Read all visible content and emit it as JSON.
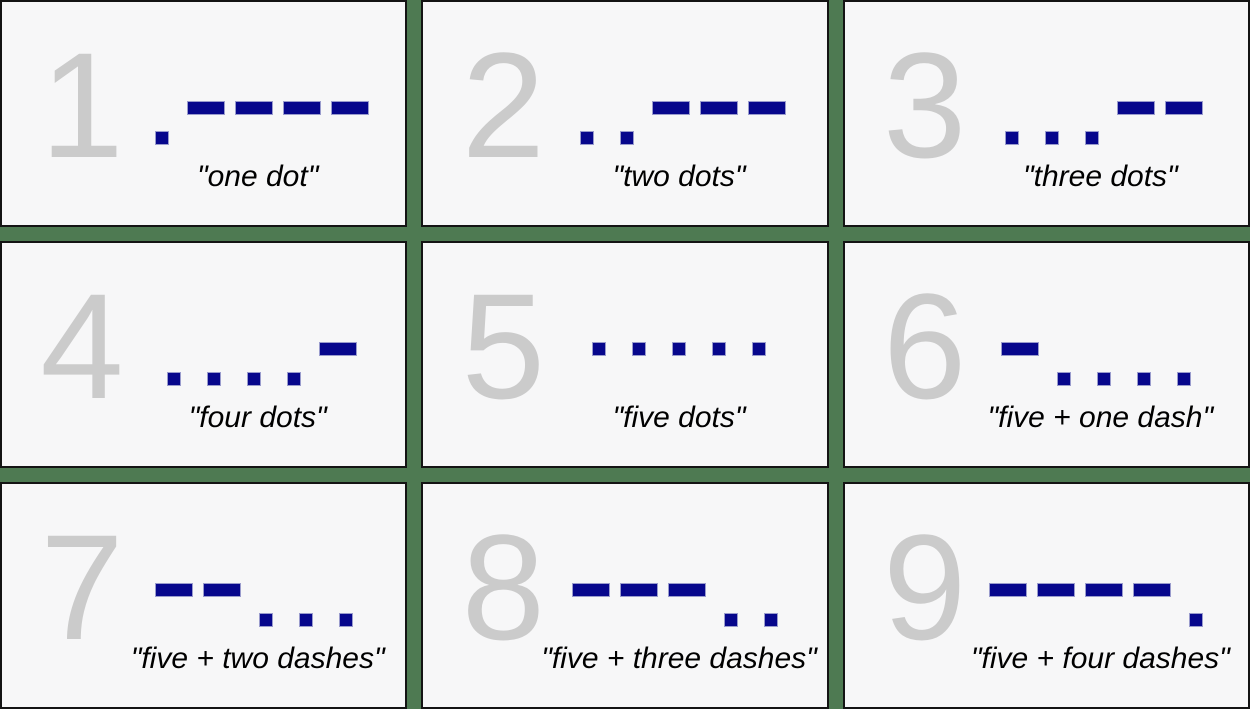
{
  "slide": {
    "background_color": "#4e7a52",
    "card_background": "#f7f7f8",
    "card_border_color": "#141414",
    "digit_color": "#cbcbcb",
    "symbol_color": "#07078c",
    "symbol_edge_color": "#9a9ccd",
    "caption_color": "#000000"
  },
  "cards": [
    {
      "digit": "1",
      "code": ".----",
      "caption": "\"one dot\""
    },
    {
      "digit": "2",
      "code": "..---",
      "caption": "\"two dots\""
    },
    {
      "digit": "3",
      "code": "...--",
      "caption": "\"three dots\""
    },
    {
      "digit": "4",
      "code": "....-",
      "caption": "\"four dots\""
    },
    {
      "digit": "5",
      "code": ".....",
      "caption": "\"five dots\""
    },
    {
      "digit": "6",
      "code": "-....",
      "caption": "\"five + one dash\""
    },
    {
      "digit": "7",
      "code": "--...",
      "caption": "\"five + two dashes\""
    },
    {
      "digit": "8",
      "code": "---..",
      "caption": "\"five + three dashes\""
    },
    {
      "digit": "9",
      "code": "----.",
      "caption": "\"five + four dashes\""
    }
  ]
}
